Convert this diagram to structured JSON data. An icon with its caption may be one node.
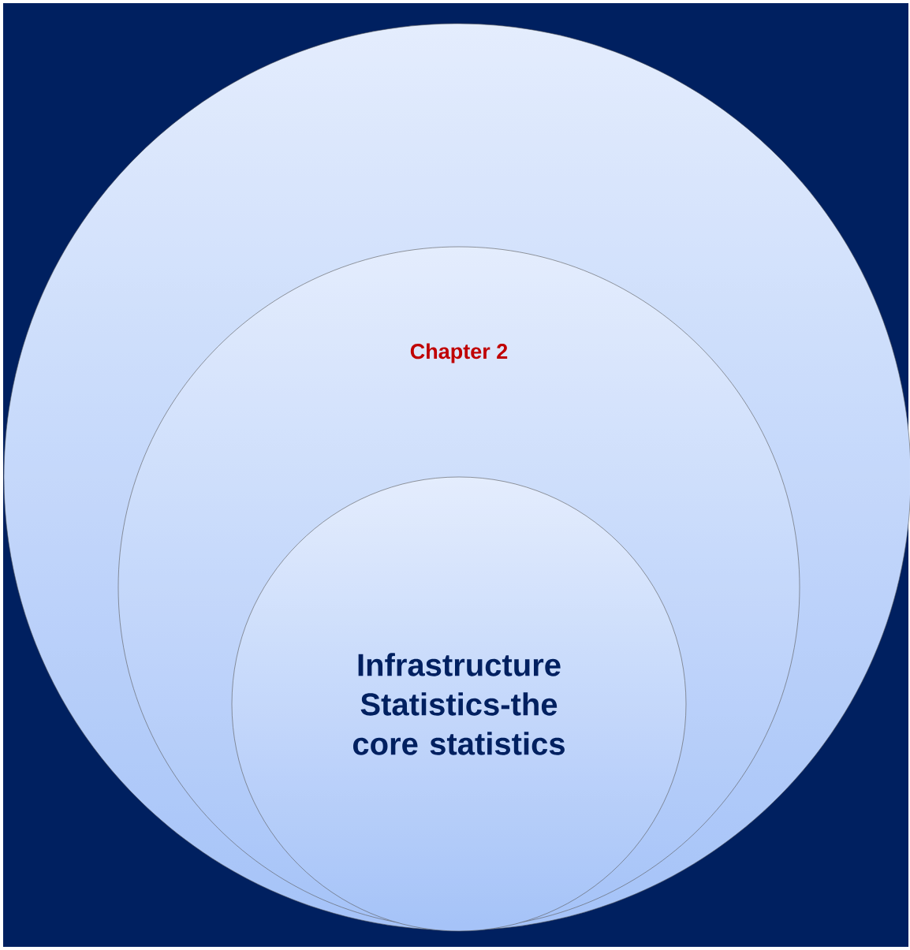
{
  "diagram": {
    "nodes": [
      {
        "text": [],
        "shape": "circle"
      },
      {
        "text": [
          "Chapter 2"
        ],
        "in": 0
      },
      {
        "text": [
          "Infrastructure Statistics-the core statistics"
        ],
        "in": 1
      }
    ]
  }
}
